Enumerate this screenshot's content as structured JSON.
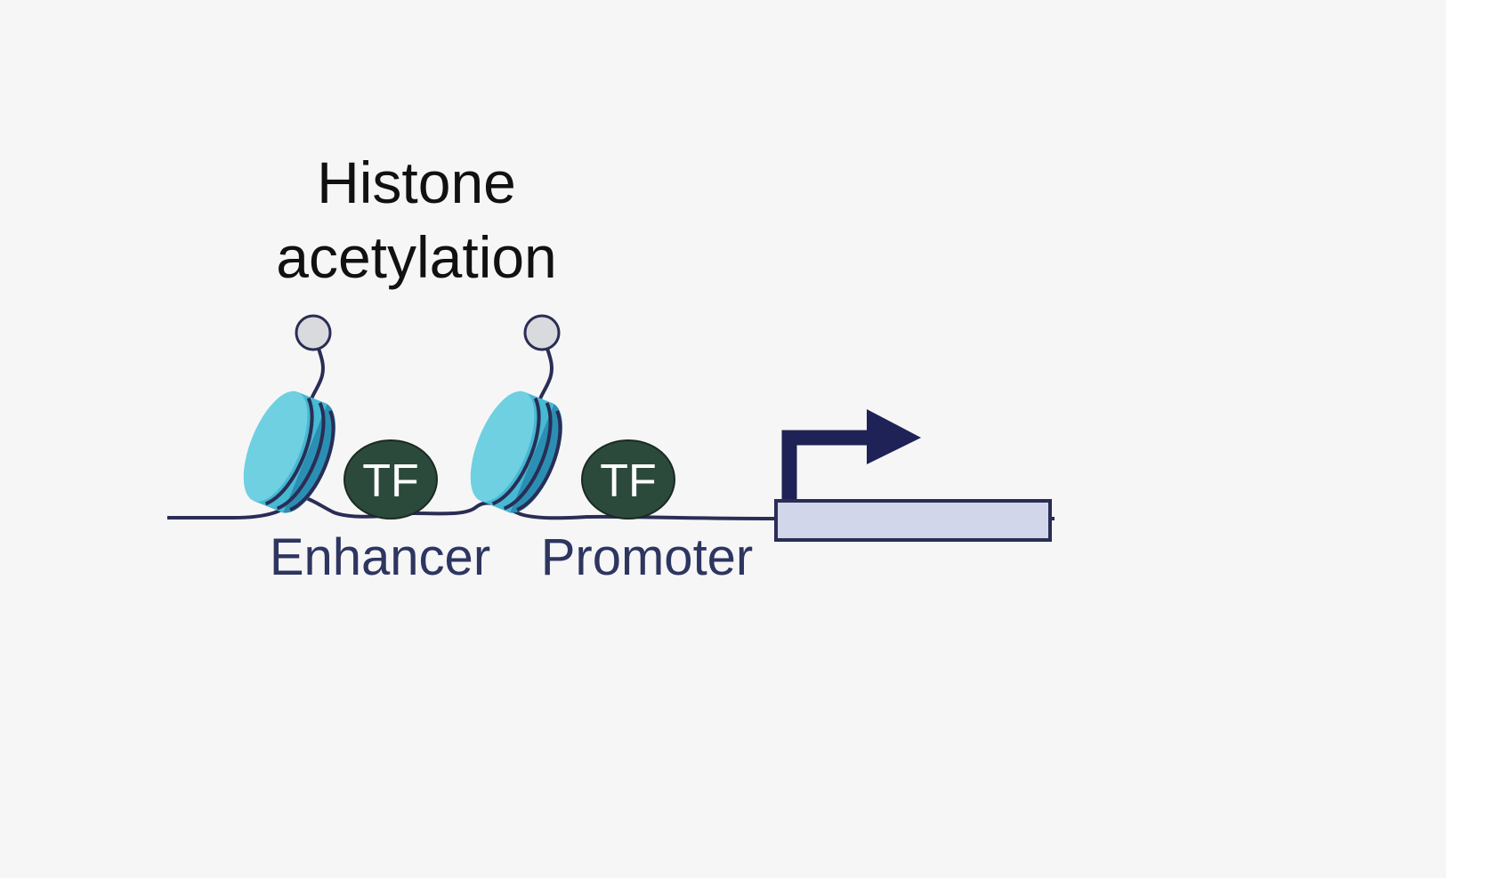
{
  "diagram": {
    "title_line1": "Histone",
    "title_line2": "acetylation",
    "tf_label_1": "TF",
    "tf_label_2": "TF",
    "enhancer_label": "Enhancer",
    "promoter_label": "Promoter"
  },
  "colors": {
    "page_background": "#ffffff",
    "panel_background": "#f6f6f6",
    "dna_line": "#2a2d55",
    "histone_fill": "#46b9d3",
    "histone_highlight": "#6fd0e2",
    "histone_dark": "#2a8fb3",
    "acetyl_fill": "#d9dadd",
    "acetyl_stroke": "#2a2d55",
    "tf_fill": "#2b4a3c",
    "tf_text": "#ffffff",
    "label_text": "#2d3560",
    "title_text": "#111111",
    "arrow_fill": "#1f2257",
    "gene_box_fill": "#d2d6ea",
    "gene_box_stroke": "#2a2d55"
  },
  "icons": {
    "acetyl_group": "acetyl-group-icon",
    "nucleosome": "nucleosome-icon",
    "transcription_factor": "transcription-factor-icon",
    "tss_arrow": "transcription-start-arrow-icon",
    "gene_body": "gene-body-icon"
  }
}
